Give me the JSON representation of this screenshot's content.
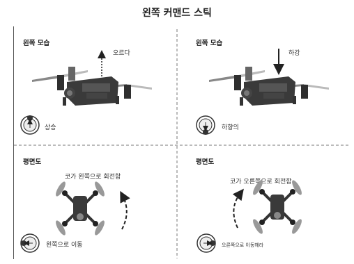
{
  "title": "왼쪽 커맨드 스틱",
  "panels": {
    "top_left": {
      "heading": "왼쪽 모습",
      "arrow_label": "오르다",
      "stick_label": "상승"
    },
    "top_right": {
      "heading": "왼쪽 모습",
      "arrow_label": "하강",
      "stick_label": "하향의"
    },
    "bottom_left": {
      "heading": "평면도",
      "turn_label": "코가 왼쪽으로 회전함",
      "stick_label": "왼쪽으로 이동"
    },
    "bottom_right": {
      "heading": "평면도",
      "turn_label": "코가 오른쪽으로 회전함",
      "stick_label": "오른쪽으로 이동해라"
    }
  }
}
